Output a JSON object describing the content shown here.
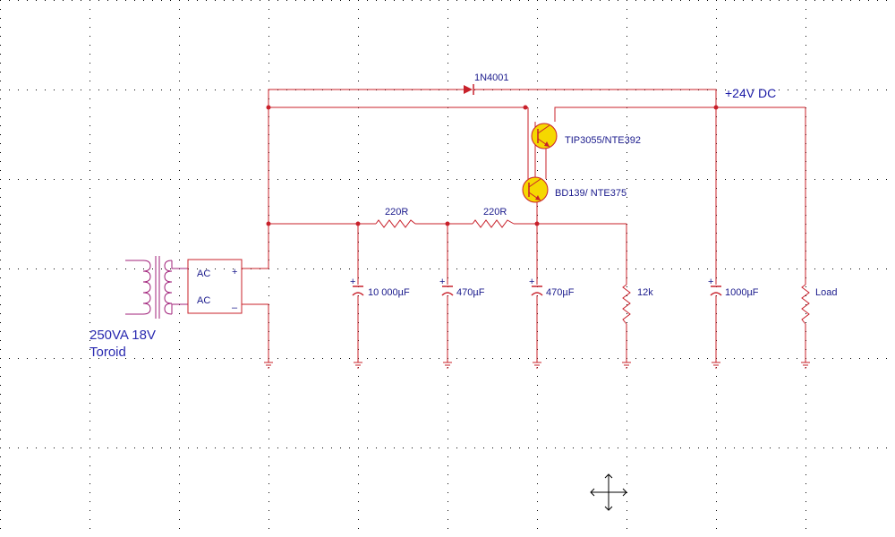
{
  "schematic": {
    "transformer": {
      "label_line1": "250VA 18V",
      "label_line2": "Toroid"
    },
    "bridge": {
      "pin_ac1": "AC",
      "pin_ac2": "AC",
      "pin_plus": "+",
      "pin_minus": "–"
    },
    "diode": {
      "label": "1N4001"
    },
    "output": {
      "label": "+24V DC"
    },
    "transistors": [
      {
        "label": "TIP3055/NTE392"
      },
      {
        "label": "BD139/ NTE375"
      }
    ],
    "resistors": [
      {
        "label": "220R"
      },
      {
        "label": "220R"
      },
      {
        "label": "12k"
      },
      {
        "label": "Load"
      }
    ],
    "capacitors": [
      {
        "label": "10 000µF",
        "polarity": "+"
      },
      {
        "label": "470µF",
        "polarity": "+"
      },
      {
        "label": "470µF",
        "polarity": "+"
      },
      {
        "label": "1000µF",
        "polarity": "+"
      }
    ]
  },
  "colors": {
    "wire": "#c8202a",
    "label": "#1a1a8c",
    "transistor_fill": "#f5d800",
    "transformer": "#a0207a"
  }
}
